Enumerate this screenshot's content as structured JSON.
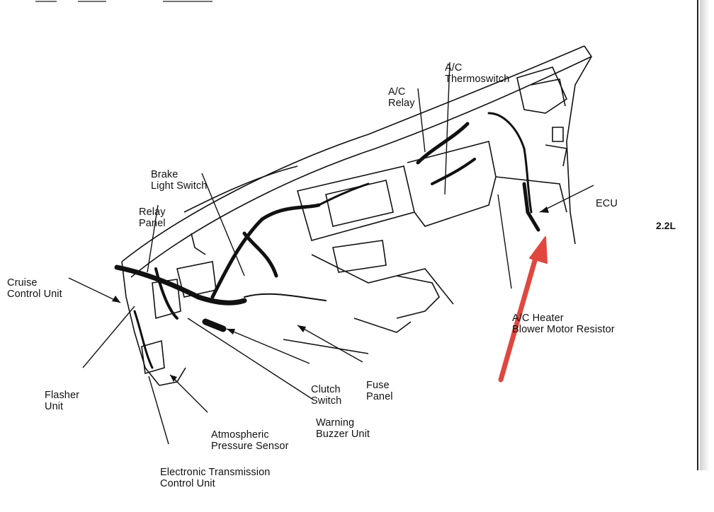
{
  "engine_label": "2.2L",
  "callouts": {
    "ac_thermoswitch": [
      "A/C",
      "Thermoswitch"
    ],
    "ac_relay": [
      "A/C",
      "Relay"
    ],
    "brake_light_switch": [
      "Brake",
      "Light Switch"
    ],
    "relay_panel": [
      "Relay",
      "Panel"
    ],
    "ecu": [
      "ECU"
    ],
    "cruise_control_unit": [
      "Cruise",
      "Control Unit"
    ],
    "ac_heater_blower_motor_resistor": [
      "A/C Heater",
      "Blower Motor Resistor"
    ],
    "fuse_panel": [
      "Fuse",
      "Panel"
    ],
    "clutch_switch": [
      "Clutch",
      "Switch"
    ],
    "flasher_unit": [
      "Flasher",
      "Unit"
    ],
    "warning_buzzer_unit": [
      "Warning",
      "Buzzer Unit"
    ],
    "atmospheric_pressure_sensor": [
      "Atmospheric",
      "Pressure Sensor"
    ],
    "electronic_transmission_control_unit": [
      "Electronic Transmission",
      "Control Unit"
    ]
  },
  "colors": {
    "line": "#111111",
    "highlight_arrow": "#e0483f"
  }
}
